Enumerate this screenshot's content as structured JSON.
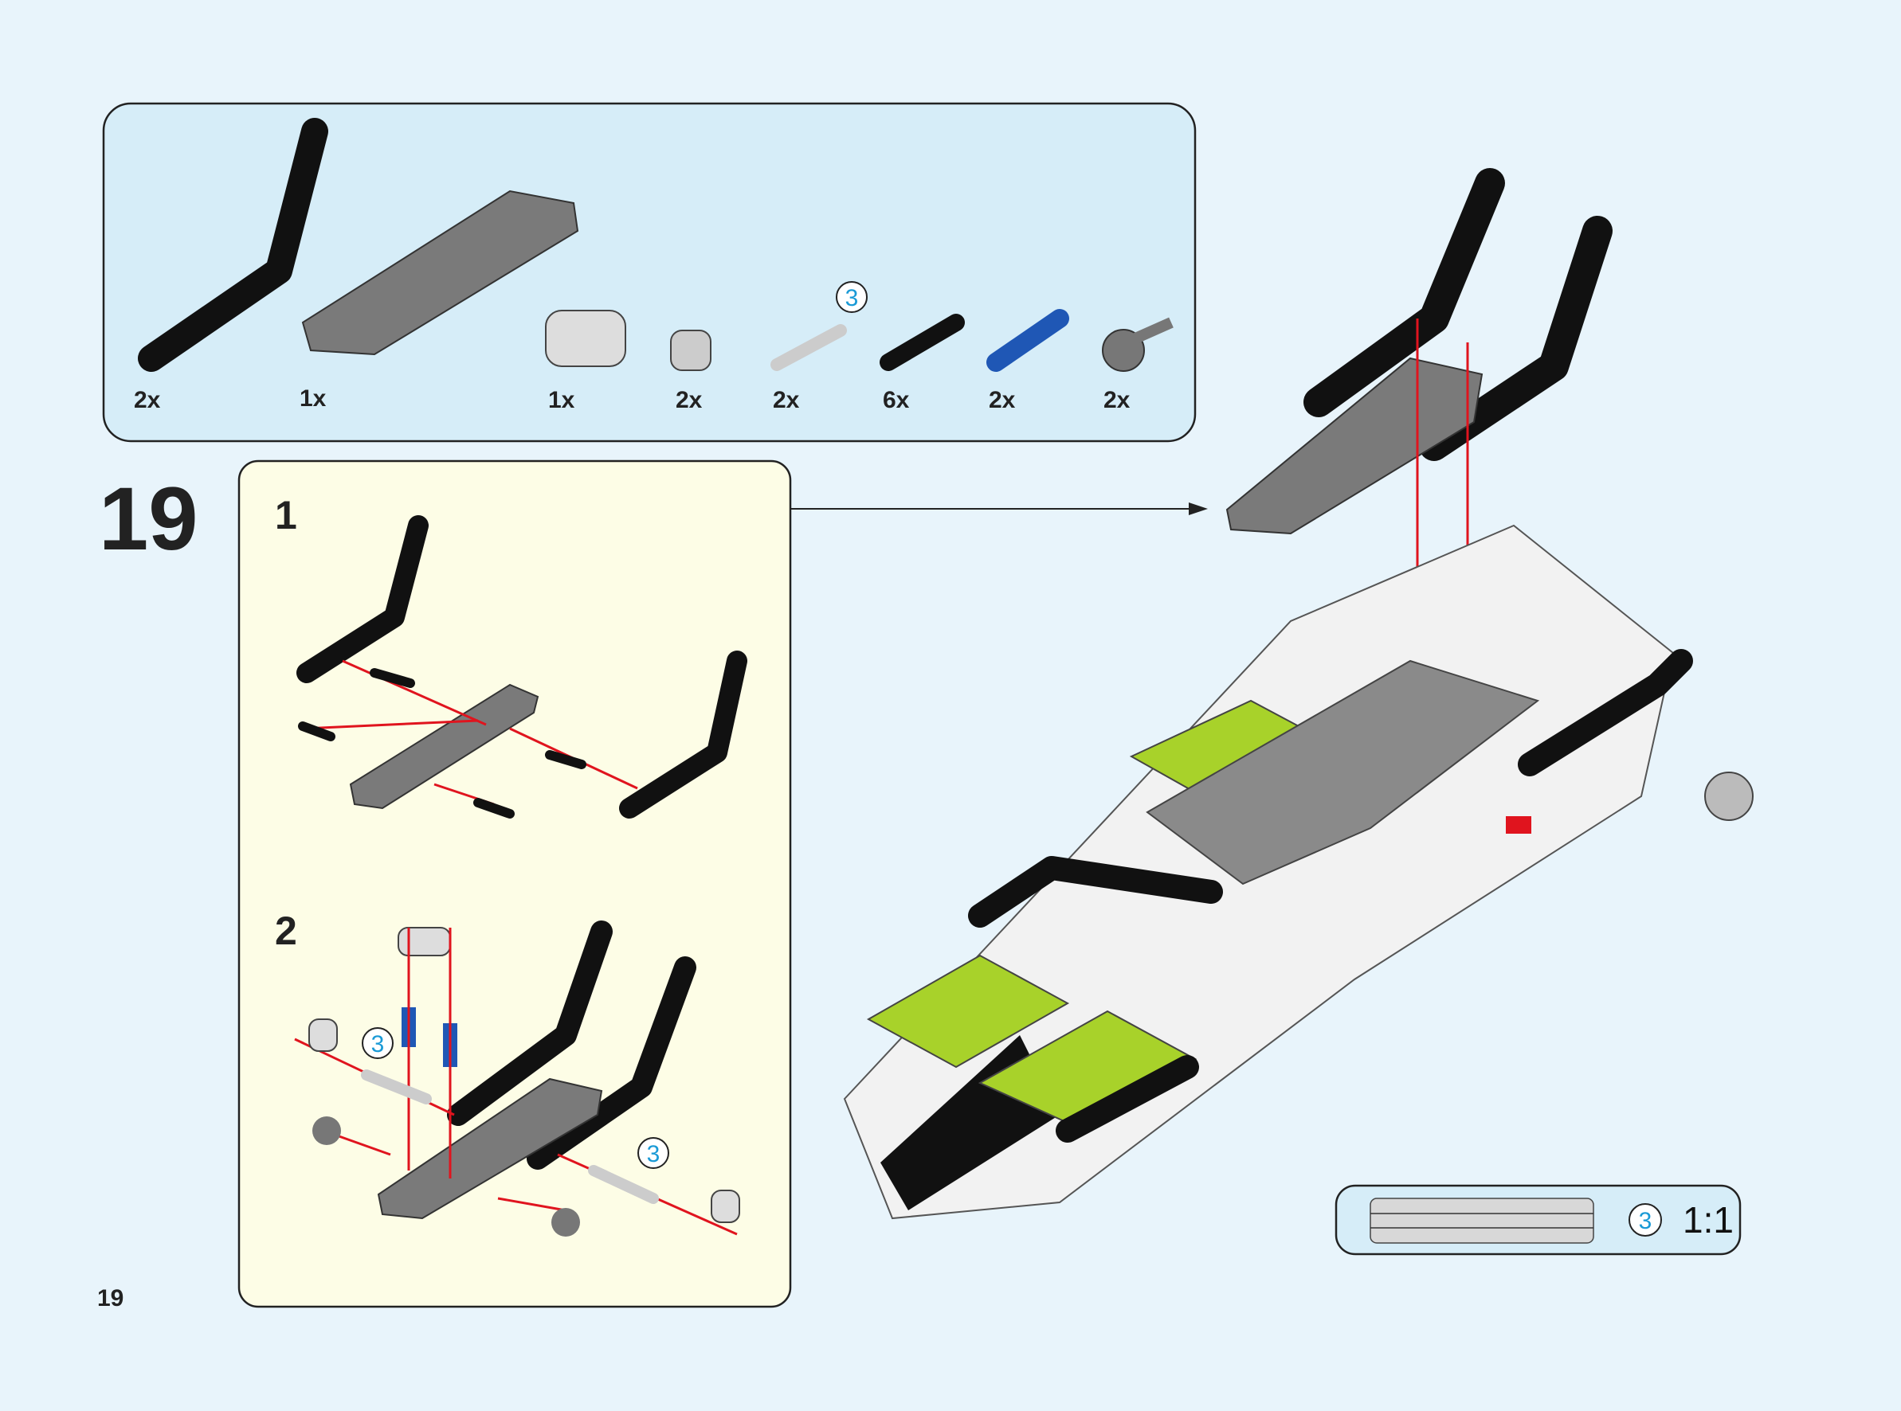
{
  "page": {
    "number": "19",
    "background": "#e8f4fb"
  },
  "parts_list": {
    "background": "#d6edf8",
    "items": [
      {
        "name": "bent-liftarm-black",
        "qty": "2x"
      },
      {
        "name": "gray-frame-beam",
        "qty": "1x"
      },
      {
        "name": "double-cross-block",
        "qty": "1x"
      },
      {
        "name": "pin-connector",
        "qty": "2x"
      },
      {
        "name": "axle",
        "qty": "2x",
        "length_callout": "3"
      },
      {
        "name": "black-friction-pin",
        "qty": "6x"
      },
      {
        "name": "blue-axle-pin",
        "qty": "2x"
      },
      {
        "name": "ball-joint-connector",
        "qty": "2x"
      }
    ]
  },
  "step": {
    "number": "19",
    "panel_background": "#fdfde6",
    "substeps": [
      {
        "label": "1"
      },
      {
        "label": "2",
        "callouts": [
          "3",
          "3"
        ]
      }
    ]
  },
  "ruler": {
    "length_callout": "3",
    "scale": "1:1"
  },
  "colors": {
    "black": "#111111",
    "gray": "#7a7a7a",
    "lime": "#a8d22a",
    "blue": "#1f57b5",
    "red": "#e0141e",
    "white": "#f4f4f4"
  }
}
